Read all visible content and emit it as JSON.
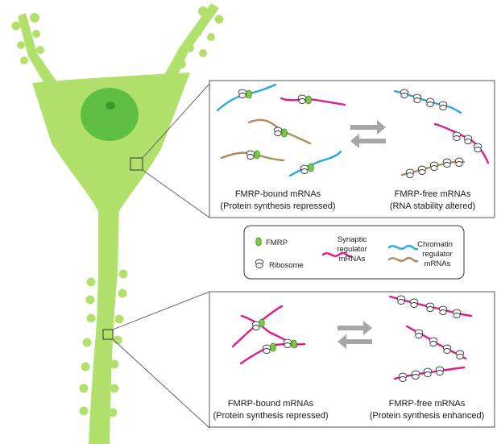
{
  "colors": {
    "neuron": "#b2e06c",
    "nucleus": "#5fbf42",
    "nucleolus": "#3b9a2c",
    "fmrp": "#7ac943",
    "synaptic_mrna": "#e0198f",
    "chromatin_mrna": "#29a8e0",
    "chromatin_mrna_alt": "#b08a5a",
    "arrow": "#a6a6a6",
    "box_border": "#555555"
  },
  "soma_panel": {
    "left_label": [
      "FMRP-bound mRNAs",
      "(Protein synthesis repressed)"
    ],
    "right_label": [
      "FMRP-free mRNAs",
      "(RNA stability altered)"
    ]
  },
  "legend": {
    "fmrp": "FMRP",
    "ribosome": "Ribosome",
    "synaptic": [
      "Synaptic",
      "regulator",
      "mRNAs"
    ],
    "chromatin": [
      "Chromatin",
      "regulator",
      "mRNAs"
    ]
  },
  "dendrite_panel": {
    "left_label": [
      "FMRP-bound mRNAs",
      "(Protein synthesis repressed)"
    ],
    "right_label": [
      "FMRP-free mRNAs",
      "(Protein synthesis enhanced)"
    ]
  },
  "icons": [
    "fmrp-icon",
    "ribosome-icon",
    "exchange-arrows-icon"
  ]
}
